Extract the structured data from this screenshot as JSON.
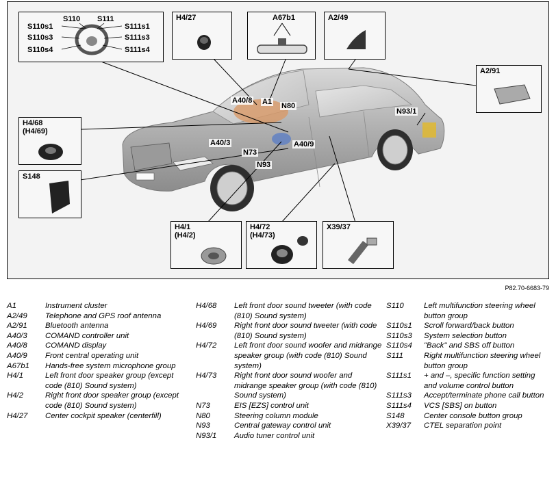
{
  "figure_ref": "P82.70-6683-79",
  "callouts": {
    "steering": [
      "S110s1",
      "S110",
      "S111",
      "S111s1",
      "S110s3",
      "S111s3",
      "S110s4",
      "S111s4"
    ],
    "h427": "H4/27",
    "a67b1": "A67b1",
    "a249": "A2/49",
    "a291": "A2/91",
    "h468": [
      "H4/68",
      "(H4/69)"
    ],
    "s148": "S148",
    "h41": [
      "H4/1",
      "(H4/2)"
    ],
    "h472": [
      "H4/72",
      "(H4/73)"
    ],
    "x3937": "X39/37"
  },
  "car_tags": [
    "A40/8",
    "A1",
    "N80",
    "N93/1",
    "A40/3",
    "A40/9",
    "N73",
    "N93"
  ],
  "legend": {
    "col1": [
      {
        "code": "A1",
        "desc": "Instrument cluster"
      },
      {
        "code": "A2/49",
        "desc": "Telephone and GPS roof antenna"
      },
      {
        "code": "A2/91",
        "desc": "Bluetooth antenna"
      },
      {
        "code": "A40/3",
        "desc": "COMAND controller unit"
      },
      {
        "code": "A40/8",
        "desc": "COMAND display"
      },
      {
        "code": "A40/9",
        "desc": "Front central operating unit"
      },
      {
        "code": "A67b1",
        "desc": "Hands-free system microphone group"
      },
      {
        "code": "H4/1",
        "desc": "Left front door speaker group (except code (810) Sound system)"
      },
      {
        "code": "H4/2",
        "desc": "Right front door speaker group (except code (810) Sound system)"
      },
      {
        "code": "H4/27",
        "desc": "Center cockpit speaker (centerfill)"
      }
    ],
    "col2": [
      {
        "code": "H4/68",
        "desc": "Left front door sound tweeter (with code (810) Sound system)"
      },
      {
        "code": "H4/69",
        "desc": "Right front door sound tweeter (with code (810) Sound system)"
      },
      {
        "code": "H4/72",
        "desc": "Left front door sound woofer and midrange speaker group (with code (810) Sound system)"
      },
      {
        "code": "H4/73",
        "desc": "Right front door sound woofer and midrange speaker group (with code (810) Sound system)"
      },
      {
        "code": "N73",
        "desc": "EIS [EZS] control unit"
      },
      {
        "code": "N80",
        "desc": "Steering column module"
      },
      {
        "code": "N93",
        "desc": "Central gateway control unit"
      },
      {
        "code": "N93/1",
        "desc": "Audio tuner control unit"
      }
    ],
    "col3": [
      {
        "code": "S110",
        "desc": "Left multifunction steering wheel button group"
      },
      {
        "code": "S110s1",
        "desc": "Scroll forward/back button"
      },
      {
        "code": "S110s3",
        "desc": "System selection button"
      },
      {
        "code": "S110s4",
        "desc": "\"Back\" and SBS off button"
      },
      {
        "code": "S111",
        "desc": "Right multifunction steering wheel button group"
      },
      {
        "code": "S111s1",
        "desc": "+ and –, specific function setting and volume control button"
      },
      {
        "code": "S111s3",
        "desc": "Accept/terminate phone call button"
      },
      {
        "code": "S111s4",
        "desc": "VCS [SBS] on button"
      },
      {
        "code": "S148",
        "desc": "Center console button group"
      },
      {
        "code": "X39/37",
        "desc": "CTEL separation point"
      }
    ]
  }
}
